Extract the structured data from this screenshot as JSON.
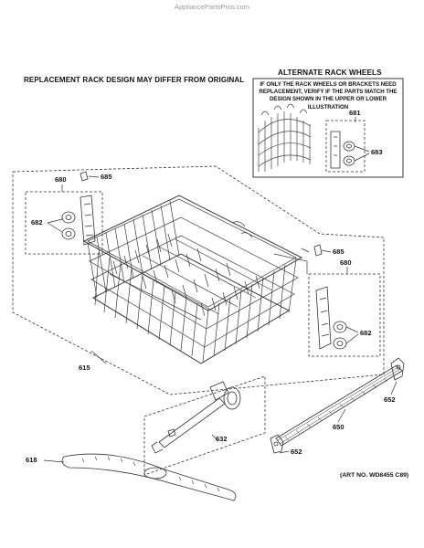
{
  "watermark": "AppliancePartsPros.com",
  "headers": {
    "replacement": "REPLACEMENT RACK DESIGN MAY DIFFER FROM ORIGINAL",
    "alternate": "ALTERNATE RACK WHEELS"
  },
  "alternate_note": {
    "line1": "IF ONLY THE RACK WHEELS OR BRACKETS NEED",
    "line2": "REPLACEMENT, VERIFY IF THE PARTS MATCH THE",
    "line3": "DESIGN SHOWN IN THE UPPER OR LOWER ILLUSTRATION"
  },
  "part_labels": {
    "p681": "681",
    "p683": "683",
    "p680_left": "680",
    "p685_left": "685",
    "p682_left": "682",
    "p685_right": "685",
    "p680_right": "680",
    "p682_right": "682",
    "p615": "615",
    "p652_top": "652",
    "p650": "650",
    "p652_bottom": "652",
    "p632": "632",
    "p618": "618"
  },
  "art_number": "(ART NO. WD8455 C89)"
}
